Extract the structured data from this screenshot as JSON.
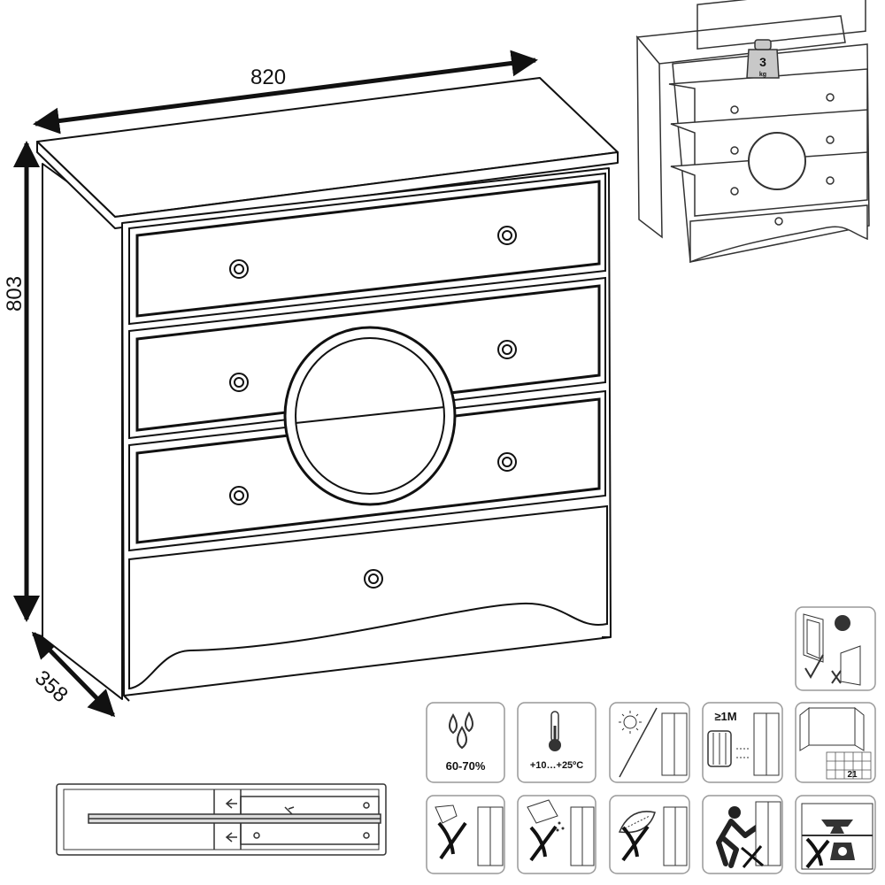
{
  "dimensions": {
    "width": "820",
    "height": "803",
    "depth": "358"
  },
  "load_limit": {
    "value": "3",
    "unit": "kg"
  },
  "humidity": {
    "label": "60-70%"
  },
  "temperature": {
    "label": "+10…+25ºC"
  },
  "distance_from_heater": {
    "label": "≥1M"
  },
  "calendar": {
    "day": "21"
  },
  "icons": {
    "humidity": "water-drops-icon",
    "temperature": "thermometer-icon",
    "sunlight": "sun-icon",
    "heater": "heater-distance-icon",
    "open_window": "open-window-calendar-icon",
    "no_chemicals": "no-spray-icon",
    "no_wet": "no-wet-cloth-icon",
    "no_abrasive": "no-scrub-icon",
    "no_lifting": "no-push-icon",
    "no_overload": "no-overload-icon",
    "door_adjust": "door-adjust-icon"
  }
}
